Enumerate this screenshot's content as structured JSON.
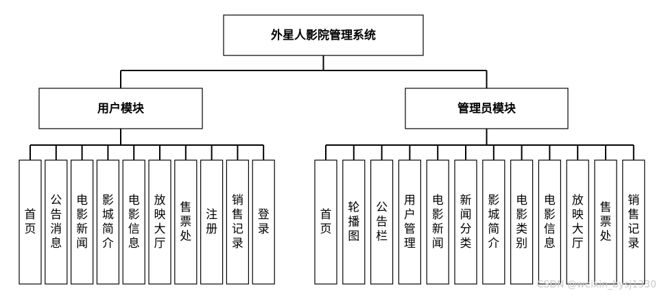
{
  "root": {
    "label": "外星人影院管理系统"
  },
  "modules": [
    {
      "label": "用户模块",
      "items": [
        "首页",
        "公告消息",
        "电影新闻",
        "影城简介",
        "电影信息",
        "放映大厅",
        "售票处",
        "注册",
        "销售记录",
        "登录"
      ]
    },
    {
      "label": "管理员模块",
      "items": [
        "首页",
        "轮播图",
        "公告栏",
        "用户管理",
        "电影新闻",
        "新闻分类",
        "影城简介",
        "电影类别",
        "电影信息",
        "放映大厅",
        "售票处",
        "销售记录"
      ]
    }
  ],
  "watermark": "CSDN @weixin_bysj1330"
}
